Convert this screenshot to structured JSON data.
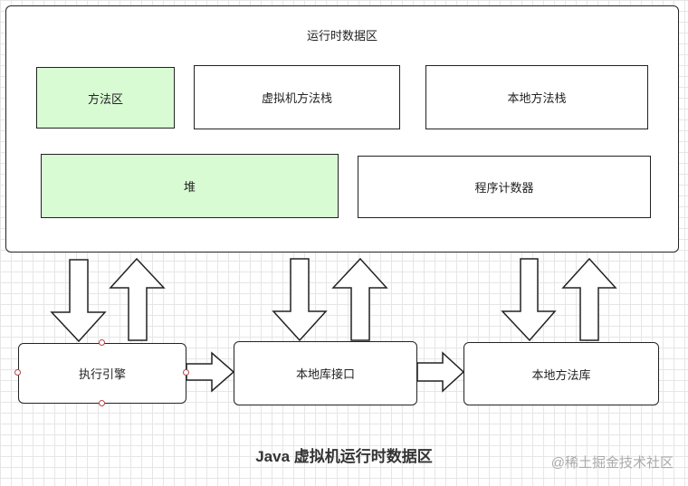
{
  "diagram": {
    "runtime_area": {
      "title": "运行时数据区"
    },
    "method_area": {
      "label": "方法区",
      "fill": "#d9fbd4"
    },
    "vm_stack": {
      "label": "虚拟机方法栈"
    },
    "native_method_stack": {
      "label": "本地方法栈"
    },
    "heap": {
      "label": "堆",
      "fill": "#d9fbd4"
    },
    "program_counter": {
      "label": "程序计数器"
    },
    "execution_engine": {
      "label": "执行引擎"
    },
    "native_interface": {
      "label": "本地库接口"
    },
    "native_library": {
      "label": "本地方法库"
    },
    "caption": "Java 虚拟机运行时数据区"
  },
  "watermark": "@稀土掘金技术社区"
}
